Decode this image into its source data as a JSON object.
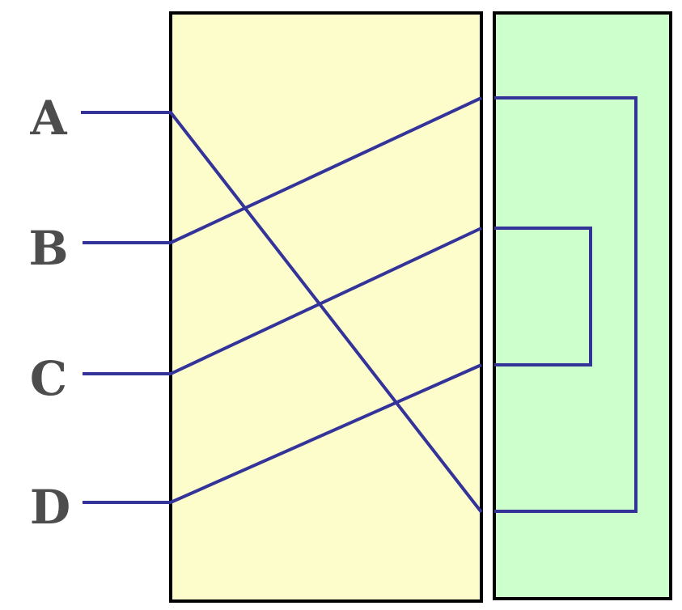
{
  "labels": {
    "a": "A",
    "b": "B",
    "c": "C",
    "d": "D"
  },
  "colors": {
    "left_box": "#fdfdcc",
    "right_box": "#ccffcc",
    "wire": "#333399",
    "label": "#4d4d4d"
  }
}
